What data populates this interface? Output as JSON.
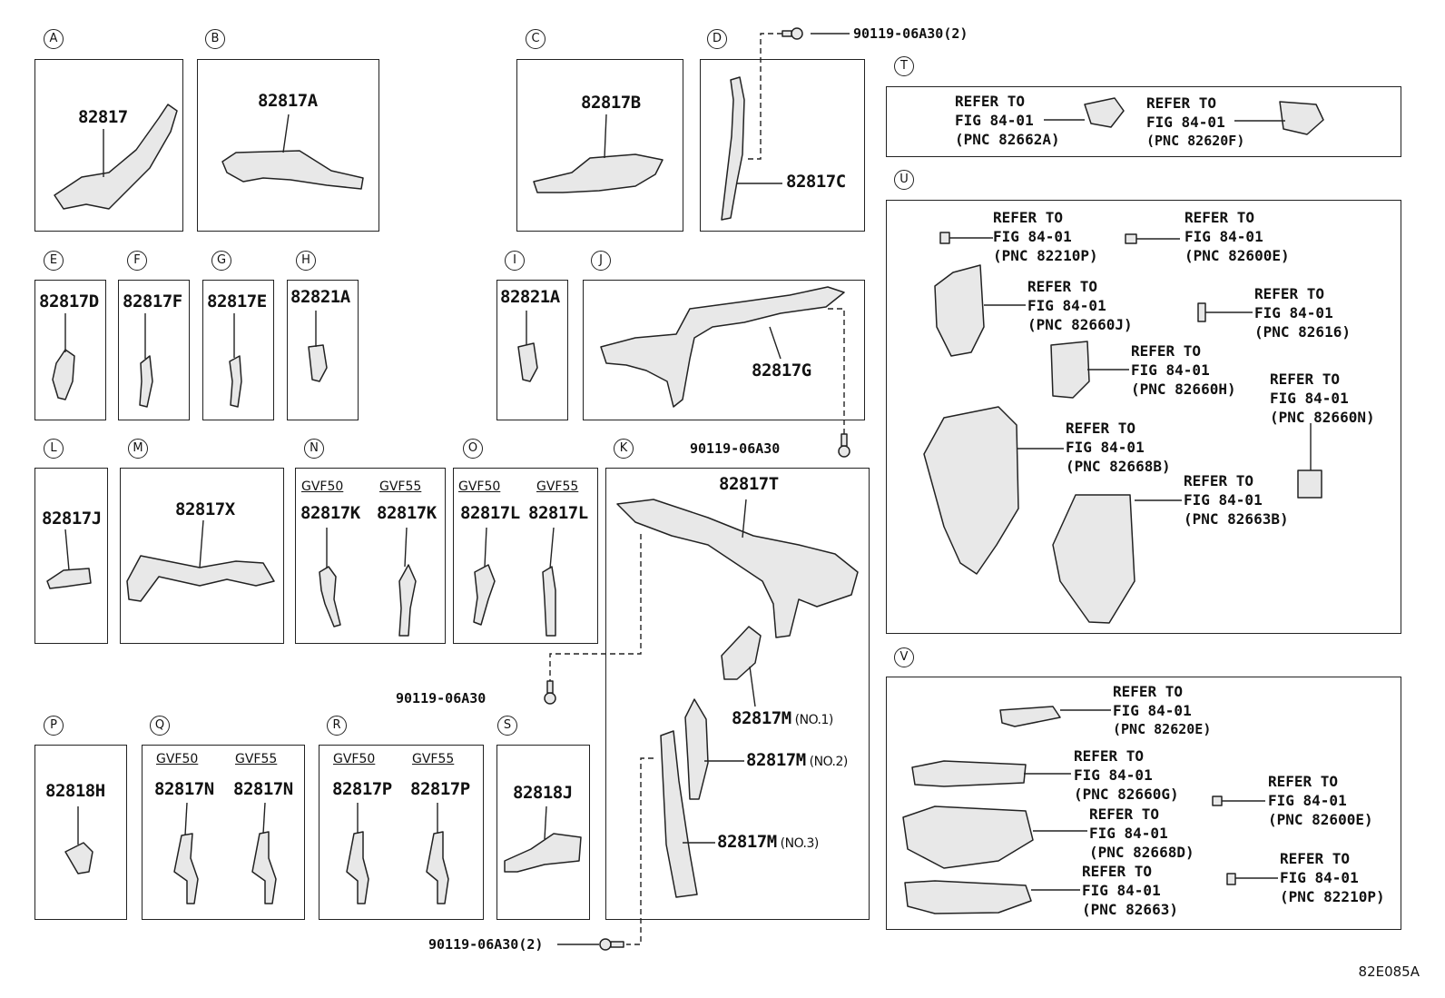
{
  "diagram_code": "82E085A",
  "bolts": {
    "top": "90119-06A30(2)",
    "middle_right": "90119-06A30",
    "middle_left": "90119-06A30",
    "bottom": "90119-06A30(2)"
  },
  "panels": {
    "A": {
      "letter": "A",
      "part": "82817"
    },
    "B": {
      "letter": "B",
      "part": "82817A"
    },
    "C": {
      "letter": "C",
      "part": "82817B"
    },
    "D": {
      "letter": "D",
      "part": "82817C"
    },
    "E": {
      "letter": "E",
      "part": "82817D"
    },
    "F": {
      "letter": "F",
      "part": "82817F"
    },
    "G": {
      "letter": "G",
      "part": "82817E"
    },
    "H": {
      "letter": "H",
      "part": "82821A"
    },
    "I": {
      "letter": "I",
      "part": "82821A"
    },
    "J": {
      "letter": "J",
      "part": "82817G"
    },
    "K": {
      "letter": "K",
      "part": "82817T",
      "m1": "82817M",
      "m1_no": "(NO.1)",
      "m2": "82817M",
      "m2_no": "(NO.2)",
      "m3": "82817M",
      "m3_no": "(NO.3)"
    },
    "L": {
      "letter": "L",
      "part": "82817J"
    },
    "M": {
      "letter": "M",
      "part": "82817X"
    },
    "N": {
      "letter": "N",
      "v1": "GVF50",
      "v2": "GVF55",
      "p1": "82817K",
      "p2": "82817K"
    },
    "O": {
      "letter": "O",
      "v1": "GVF50",
      "v2": "GVF55",
      "p1": "82817L",
      "p2": "82817L"
    },
    "P": {
      "letter": "P",
      "part": "82818H"
    },
    "Q": {
      "letter": "Q",
      "v1": "GVF50",
      "v2": "GVF55",
      "p1": "82817N",
      "p2": "82817N"
    },
    "R": {
      "letter": "R",
      "v1": "GVF50",
      "v2": "GVF55",
      "p1": "82817P",
      "p2": "82817P"
    },
    "S": {
      "letter": "S",
      "part": "82818J"
    },
    "T": {
      "letter": "T"
    },
    "U": {
      "letter": "U"
    },
    "V": {
      "letter": "V"
    }
  },
  "refs": {
    "refer_to": "REFER TO",
    "fig": "FIG 84-01",
    "T1": "(PNC 82662A)",
    "T2": "(PNC 82620F)",
    "U1": "(PNC 82210P)",
    "U2": "(PNC 82600E)",
    "U3": "(PNC 82660J)",
    "U4": "(PNC 82616)",
    "U5": "(PNC 82660H)",
    "U6": "(PNC 82660N)",
    "U7": "(PNC 82668B)",
    "U8": "(PNC 82663B)",
    "V1": "(PNC 82620E)",
    "V2": "(PNC 82660G)",
    "V3": "(PNC 82600E)",
    "V4": "(PNC 82668D)",
    "V5": "(PNC 82210P)",
    "V6": "(PNC 82663)"
  }
}
